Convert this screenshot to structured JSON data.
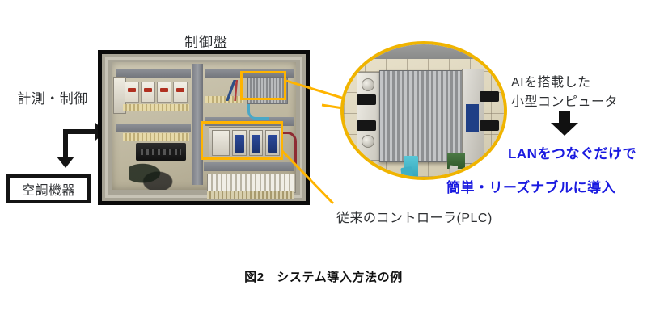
{
  "figure": {
    "caption": "図2　システム導入方法の例",
    "background_color": "#ffffff"
  },
  "left_flow": {
    "measure_control_label": "計測・制御",
    "hvac_box_label": "空調機器",
    "arrow_color": "#141414",
    "text_color": "#2e3033"
  },
  "control_panel": {
    "title": "制御盤",
    "frame_color": "#0a0a0a",
    "highlight_color": "#ffb400",
    "highlights": [
      {
        "name": "ai-computer-highlight"
      },
      {
        "name": "plc-highlight"
      }
    ]
  },
  "zoom_view": {
    "ellipse_border_color": "#f0b400",
    "subject": "AI搭載小型コンピュータのクローズアップ写真"
  },
  "annotations": {
    "ai_computer_line1": "AIを搭載した",
    "ai_computer_line2": "小型コンピュータ",
    "lan_text": "LANをつなぐだけで",
    "easy_text": "簡単・リーズナブルに導入",
    "plc_text": "従来のコントローラ(PLC)",
    "blue_color": "#1a1ae0",
    "dark_color": "#2e3033",
    "callout_line_color": "#ffb400"
  }
}
